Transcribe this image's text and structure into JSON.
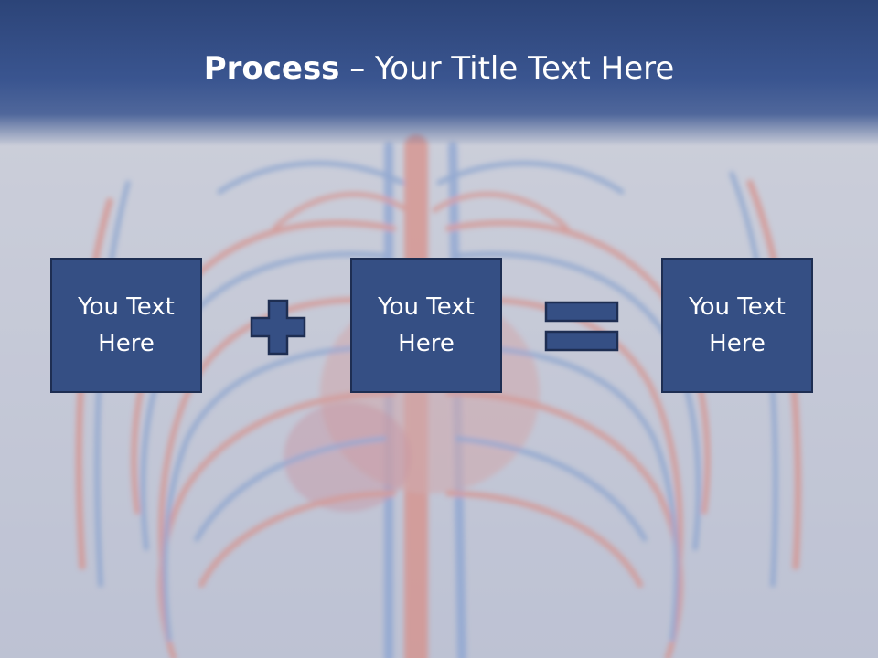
{
  "slide": {
    "title_bold": "Process",
    "title_rest": " – Your Title Text Here",
    "boxes": [
      {
        "line1": "You Text",
        "line2": "Here"
      },
      {
        "line1": "You Text",
        "line2": "Here"
      },
      {
        "line1": "You Text",
        "line2": "Here"
      }
    ],
    "operators": [
      "plus-icon",
      "equals-icon"
    ],
    "colors": {
      "title_band": "#2c4478",
      "box_fill": "#354f84",
      "box_border": "#1e2e52",
      "vein_red": "#e0705e",
      "vein_blue": "#5b86c8"
    }
  }
}
